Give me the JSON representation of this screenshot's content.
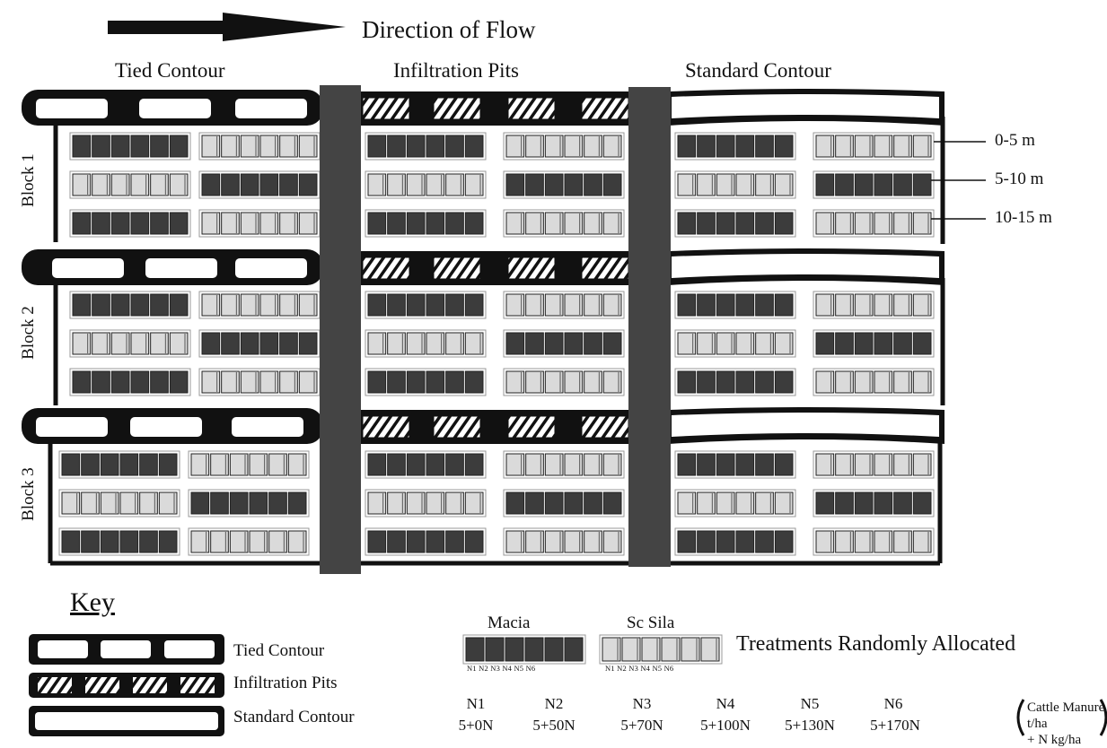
{
  "header": {
    "flow_label": "Direction of Flow"
  },
  "columns": [
    {
      "label": "Tied Contour"
    },
    {
      "label": "Infiltration Pits"
    },
    {
      "label": "Standard Contour"
    }
  ],
  "blocks": [
    {
      "label": "Block 1"
    },
    {
      "label": "Block 2"
    },
    {
      "label": "Block 3"
    }
  ],
  "distances": [
    "0-5 m",
    "5-10 m",
    "10-15 m"
  ],
  "key": {
    "title": "Key",
    "items": [
      {
        "label": "Tied Contour"
      },
      {
        "label": "Infiltration Pits"
      },
      {
        "label": "Standard Contour"
      }
    ]
  },
  "varieties": [
    {
      "name": "Macia",
      "codes": "N1 N2 N3 N4 N5 N6"
    },
    {
      "name": "Sc Sila",
      "codes": "N1 N2 N3 N4 N5 N6"
    }
  ],
  "treatments_label": "Treatments Randomly Allocated",
  "treatments": [
    {
      "code": "N1",
      "value": "5+0N"
    },
    {
      "code": "N2",
      "value": "5+50N"
    },
    {
      "code": "N3",
      "value": "5+70N"
    },
    {
      "code": "N4",
      "value": "5+100N"
    },
    {
      "code": "N5",
      "value": "5+130N"
    },
    {
      "code": "N6",
      "value": "5+170N"
    }
  ],
  "treatment_units": {
    "line1": "Cattle Manure t/ha",
    "line2": "+ N kg/ha"
  },
  "colors": {
    "dark_plot": "#3c3c3c",
    "light_plot": "#dadada",
    "road": "#444444",
    "ink": "#111111"
  }
}
